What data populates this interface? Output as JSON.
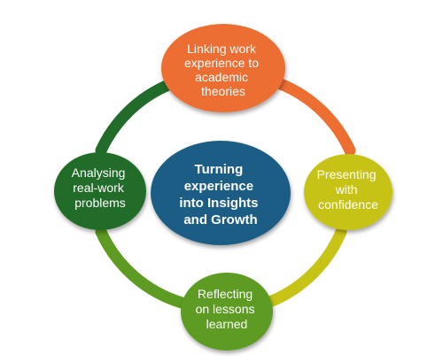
{
  "diagram": {
    "center": {
      "lines": [
        "Turning",
        "experience",
        "into Insights",
        "and Growth"
      ],
      "color": "#1b5d86"
    },
    "nodes": [
      {
        "key": "top",
        "lines": [
          "Linking work",
          "experience to",
          "academic",
          "theories"
        ],
        "color": "#ec6e31"
      },
      {
        "key": "right",
        "lines": [
          "Presenting",
          "with",
          "confidence"
        ],
        "color": "#c7c317"
      },
      {
        "key": "bottom",
        "lines": [
          "Reflecting",
          "on lessons",
          "learned"
        ],
        "color": "#5d9b22"
      },
      {
        "key": "left",
        "lines": [
          "Analysing",
          "real-work",
          "problems"
        ],
        "color": "#216c2a"
      }
    ],
    "arcs": [
      {
        "from": "top",
        "to": "right",
        "color": "#ec6e31"
      },
      {
        "from": "right",
        "to": "bottom",
        "color": "#c7c317"
      },
      {
        "from": "bottom",
        "to": "left",
        "color": "#5d9b22"
      },
      {
        "from": "left",
        "to": "top",
        "color": "#216c2a"
      }
    ]
  }
}
